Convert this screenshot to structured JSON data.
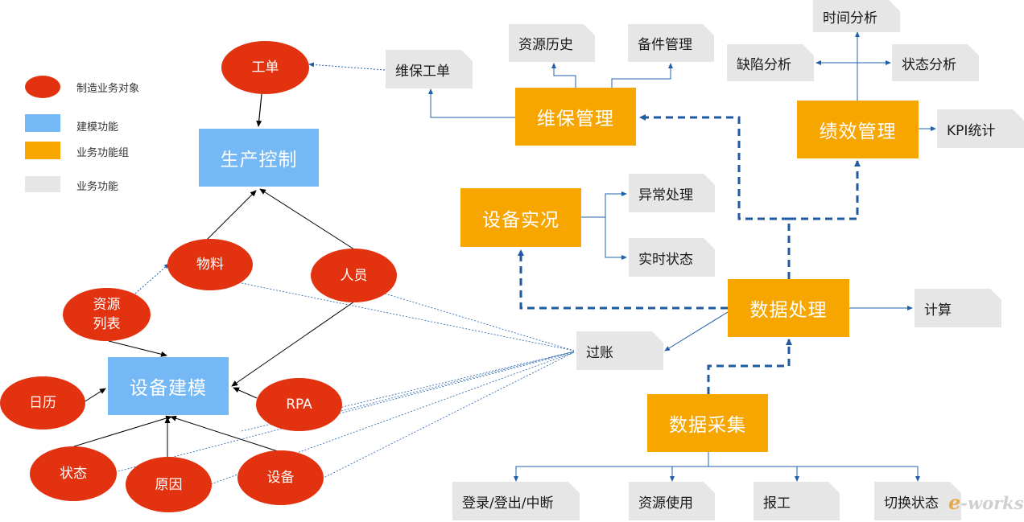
{
  "legend": {
    "items": [
      {
        "label": "制造业务对象",
        "kind": "object",
        "color": "#e2320f"
      },
      {
        "label": "建模功能",
        "kind": "modeling",
        "color": "#74b8f5"
      },
      {
        "label": "业务功能组",
        "kind": "group",
        "color": "#f7a600"
      },
      {
        "label": "业务功能",
        "kind": "function",
        "color": "#e6e6e6"
      }
    ]
  },
  "nodes": {
    "workorder": "工单",
    "production_control": "生产控制",
    "material": "物料",
    "personnel": "人员",
    "resource_list": "资源\n列表",
    "equipment_modeling": "设备建模",
    "calendar": "日历",
    "rpa": "RPA",
    "status": "状态",
    "reason": "原因",
    "equipment": "设备",
    "maintenance_workorder": "维保工单",
    "maintenance_mgmt": "维保管理",
    "resource_history": "资源历史",
    "spare_parts": "备件管理",
    "time_analysis": "时间分析",
    "defect_analysis": "缺陷分析",
    "state_analysis": "状态分析",
    "performance_mgmt": "绩效管理",
    "kpi_stats": "KPI统计",
    "equipment_live": "设备实况",
    "exception_handling": "异常处理",
    "realtime_status": "实时状态",
    "data_processing": "数据处理",
    "calculation": "计算",
    "posting": "过账",
    "data_collection": "数据采集",
    "login_logout": "登录/登出/中断",
    "resource_usage": "资源使用",
    "report_work": "报工",
    "switch_status": "切换状态"
  },
  "colors": {
    "object": "#e2320f",
    "modeling": "#74b8f5",
    "group": "#f7a600",
    "function": "#e6e6e6",
    "flow_line": "#1f5fa8",
    "dashed_line": "#1f5aa0",
    "model_line": "#000000"
  },
  "watermark": {
    "e": "e",
    "rest": "-works"
  }
}
